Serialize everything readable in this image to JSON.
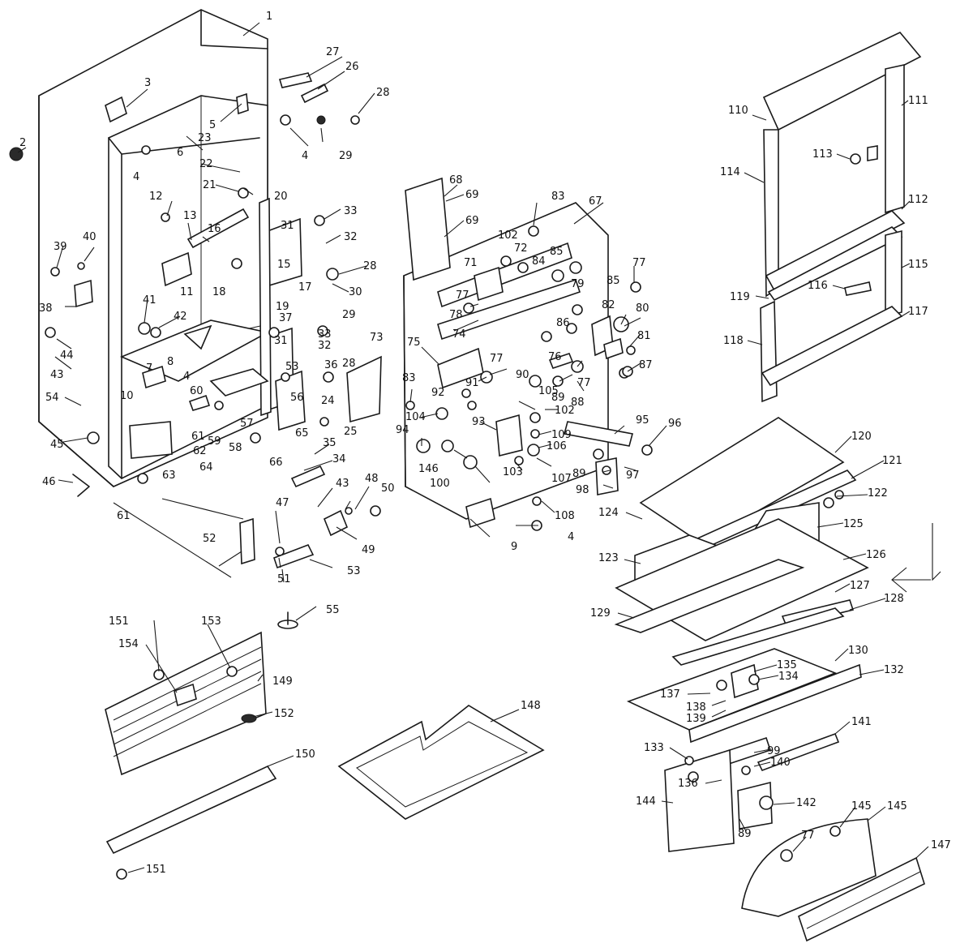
{
  "part_numbers": {
    "l1": "1",
    "l2": "2",
    "l3": "3",
    "l4a": "4",
    "l4b": "4",
    "l4c": "4",
    "l4d": "4",
    "l5": "5",
    "l6": "6",
    "l7": "7",
    "l8": "8",
    "l9": "9",
    "l10": "10",
    "l11": "11",
    "l12": "12",
    "l13": "13",
    "l15": "15",
    "l16": "16",
    "l17": "17",
    "l18": "18",
    "l19": "19",
    "l20": "20",
    "l21": "21",
    "l22": "22",
    "l23": "23",
    "l24": "24",
    "l25": "25",
    "l26": "26",
    "l27": "27",
    "l28a": "28",
    "l28b": "28",
    "l28c": "28",
    "l29a": "29",
    "l29b": "29",
    "l30": "30",
    "l31a": "31",
    "l31b": "31",
    "l32a": "32",
    "l32b": "32",
    "l33a": "33",
    "l33b": "33",
    "l34": "34",
    "l35": "35",
    "l36": "36",
    "l37": "37",
    "l38": "38",
    "l39": "39",
    "l40": "40",
    "l41": "41",
    "l42": "42",
    "l43a": "43",
    "l43b": "43",
    "l44": "44",
    "l45": "45",
    "l46": "46",
    "l47": "47",
    "l48": "48",
    "l49": "49",
    "l50": "50",
    "l51": "51",
    "l52": "52",
    "l53a": "53",
    "l53b": "53",
    "l54": "54",
    "l55": "55",
    "l56": "56",
    "l57": "57",
    "l58": "58",
    "l59": "59",
    "l60": "60",
    "l61a": "61",
    "l61b": "61",
    "l62": "62",
    "l63": "63",
    "l64": "64",
    "l65": "65",
    "l66": "66",
    "l67": "67",
    "l68": "68",
    "l69a": "69",
    "l69b": "69",
    "l71": "71",
    "l72": "72",
    "l73": "73",
    "l74": "74",
    "l75": "75",
    "l76": "76",
    "l77a": "77",
    "l77b": "77",
    "l77c": "77",
    "l77d": "77",
    "l77e": "77",
    "l78": "78",
    "l79": "79",
    "l80": "80",
    "l81": "81",
    "l82": "82",
    "l83a": "83",
    "l83b": "83",
    "l84": "84",
    "l85a": "85",
    "l85b": "85",
    "l86": "86",
    "l87": "87",
    "l88": "88",
    "l89a": "89",
    "l89b": "89",
    "l89c": "89",
    "l90": "90",
    "l91": "91",
    "l92": "92",
    "l93": "93",
    "l94": "94",
    "l95": "95",
    "l96": "96",
    "l97": "97",
    "l98": "98",
    "l99": "99",
    "l100": "100",
    "l102a": "102",
    "l102b": "102",
    "l103": "103",
    "l104": "104",
    "l105": "105",
    "l106": "106",
    "l107": "107",
    "l108": "108",
    "l109": "109",
    "l110": "110",
    "l111": "111",
    "l112": "112",
    "l113": "113",
    "l114": "114",
    "l115": "115",
    "l116": "116",
    "l117": "117",
    "l118": "118",
    "l119": "119",
    "l120": "120",
    "l121": "121",
    "l122": "122",
    "l123": "123",
    "l124": "124",
    "l125": "125",
    "l126": "126",
    "l127": "127",
    "l128": "128",
    "l129": "129",
    "l130": "130",
    "l132": "132",
    "l133": "133",
    "l134": "134",
    "l135": "135",
    "l136": "136",
    "l137": "137",
    "l138": "138",
    "l139": "139",
    "l140": "140",
    "l141": "141",
    "l142": "142",
    "l144": "144",
    "l145a": "145",
    "l145b": "145",
    "l146": "146",
    "l147": "147",
    "l148": "148",
    "l149": "149",
    "l150": "150",
    "l151a": "151",
    "l151b": "151",
    "l152": "152",
    "l153": "153",
    "l154": "154"
  },
  "colors": {
    "line": "#1a1a1a",
    "background": "#ffffff"
  }
}
